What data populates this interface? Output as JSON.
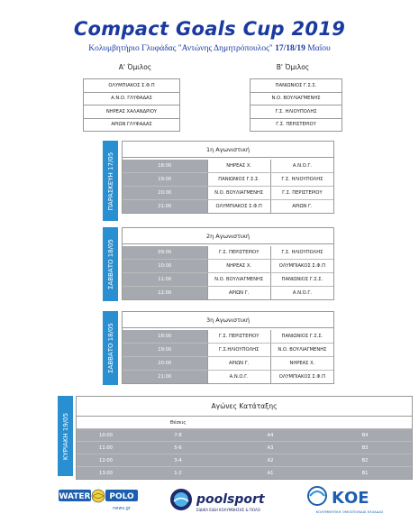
{
  "header": {
    "title": "Compact Goals Cup 2019",
    "subtitle_main": "Κολυμβητήριο Γλυφάδας \"Αντώνης Δημητρόπουλος\"",
    "subtitle_dates": "17/18/19",
    "subtitle_month": "Μαΐου"
  },
  "groups": [
    {
      "title": "Α' Όμιλος",
      "teams": [
        "ΟΛΥΜΠΙΑΚΟΣ Σ.Φ.Π",
        "Α.Ν.Ο. ΓΛΥΦΑΔΑΣ",
        "ΝΗΡΕΑΣ ΧΑΛΑΝΔΡΙΟΥ",
        "ΑΡΙΩΝ ΓΛΥΦΑΔΑΣ"
      ]
    },
    {
      "title": "Β' Όμιλος",
      "teams": [
        "ΠΑΝΙΩΝΙΟΣ Γ.Σ.Σ.",
        "Ν.Ο. ΒΟΥΛΙΑΓΜΕΝΗΣ",
        "Γ.Σ. ΗΛΙΟΥΠΟΛΗΣ",
        "Γ.Σ. ΠΕΡΙΣΤΕΡΙΟΥ"
      ]
    }
  ],
  "matchdays": [
    {
      "day_label": "ΠΑΡΑΣΚΕΥΗ 17/05",
      "title": "1η Αγωνιστική",
      "matches": [
        {
          "time": "18:00",
          "home": "ΝΗΡΕΑΣ Χ.",
          "away": "Α.Ν.Ο.Γ."
        },
        {
          "time": "19:00",
          "home": "ΠΑΝΙΩΝΙΟΣ Γ.Σ.Σ.",
          "away": "Γ.Σ. ΗΛΙΟΥΠΟΛΗΣ"
        },
        {
          "time": "20:00",
          "home": "Ν.Ο. ΒΟΥΛΙΑΓΜΕΝΗΣ",
          "away": "Γ.Σ. ΠΕΡΙΣΤΕΡΙΟΥ"
        },
        {
          "time": "21:00",
          "home": "ΟΛΥΜΠΙΑΚΟΣ Σ.Φ.Π",
          "away": "ΑΡΙΩΝ Γ."
        }
      ]
    },
    {
      "day_label": "ΣΑΒΒΑΤΟ 18/05",
      "title": "2η Αγωνιστική",
      "matches": [
        {
          "time": "09:00",
          "home": "Γ.Σ. ΠΕΡΙΣΤΕΡΙΟΥ",
          "away": "Γ.Σ. ΗΛΙΟΥΠΟΛΗΣ"
        },
        {
          "time": "10:00",
          "home": "ΝΗΡΕΑΣ Χ.",
          "away": "ΟΛΥΜΠΙΑΚΟΣ Σ.Φ.Π"
        },
        {
          "time": "11:00",
          "home": "Ν.Ο. ΒΟΥΛΙΑΓΜΕΝΗΣ",
          "away": "ΠΑΝΙΩΝΙΟΣ Γ.Σ.Σ."
        },
        {
          "time": "12:00",
          "home": "ΑΡΙΩΝ Γ.",
          "away": "Α.Ν.Ο.Γ."
        }
      ]
    },
    {
      "day_label": "ΣΑΒΒΑΤΟ 18/05",
      "title": "3η Αγωνιστική",
      "matches": [
        {
          "time": "18:00",
          "home": "Γ.Σ. ΠΕΡΙΣΤΕΡΙΟΥ",
          "away": "ΠΑΝΙΩΝΙΟΣ Γ.Σ.Σ."
        },
        {
          "time": "19:00",
          "home": "Γ.Σ.ΗΛΙΟΥΠΟΛΗΣ",
          "away": "Ν.Ο. ΒΟΥΛΙΑΓΜΕΝΗΣ"
        },
        {
          "time": "20:00",
          "home": "ΑΡΙΩΝ Γ.",
          "away": "ΝΗΡΕΑΣ Χ."
        },
        {
          "time": "21:00",
          "home": "Α.Ν.Ο.Γ.",
          "away": "ΟΛΥΜΠΙΑΚΟΣ Σ.Φ.Π"
        }
      ]
    }
  ],
  "ranking": {
    "day_label": "ΚΥΡΙΑΚΗ 19/05",
    "title": "Αγώνες Κατάταξης",
    "positions_header": "Θέσεις",
    "rows": [
      {
        "time": "10:00",
        "places": "7-8",
        "a": "A4",
        "b": "B4"
      },
      {
        "time": "11:00",
        "places": "5-6",
        "a": "A3",
        "b": "B3"
      },
      {
        "time": "12:00",
        "places": "3-4",
        "a": "A2",
        "b": "B2"
      },
      {
        "time": "13:00",
        "places": "1-2",
        "a": "A1",
        "b": "B1"
      }
    ]
  },
  "footer": {
    "logo_waterpolo_left": "WATER",
    "logo_waterpolo_right": "POLO",
    "logo_waterpolo_sub": "news.gr",
    "logo_poolsport": "poolsport",
    "logo_poolsport_sub": "ΕΙΔΙΚΑ ΕΙΔΗ ΚΟΛΥΜΒΗΣΗΣ & ΠΟΛΟ",
    "logo_koe": "ΚΟΕ",
    "logo_koe_sub": "ΚΟΛΥΜΒΗΤΙΚΗ ΟΜΟΣΠΟΝΔΙΑ ΕΛΛΑΔΑΣ"
  },
  "colors": {
    "title": "#1a3aa0",
    "side_bar": "#2a8fd0",
    "time_cell": "#a6aab0"
  }
}
